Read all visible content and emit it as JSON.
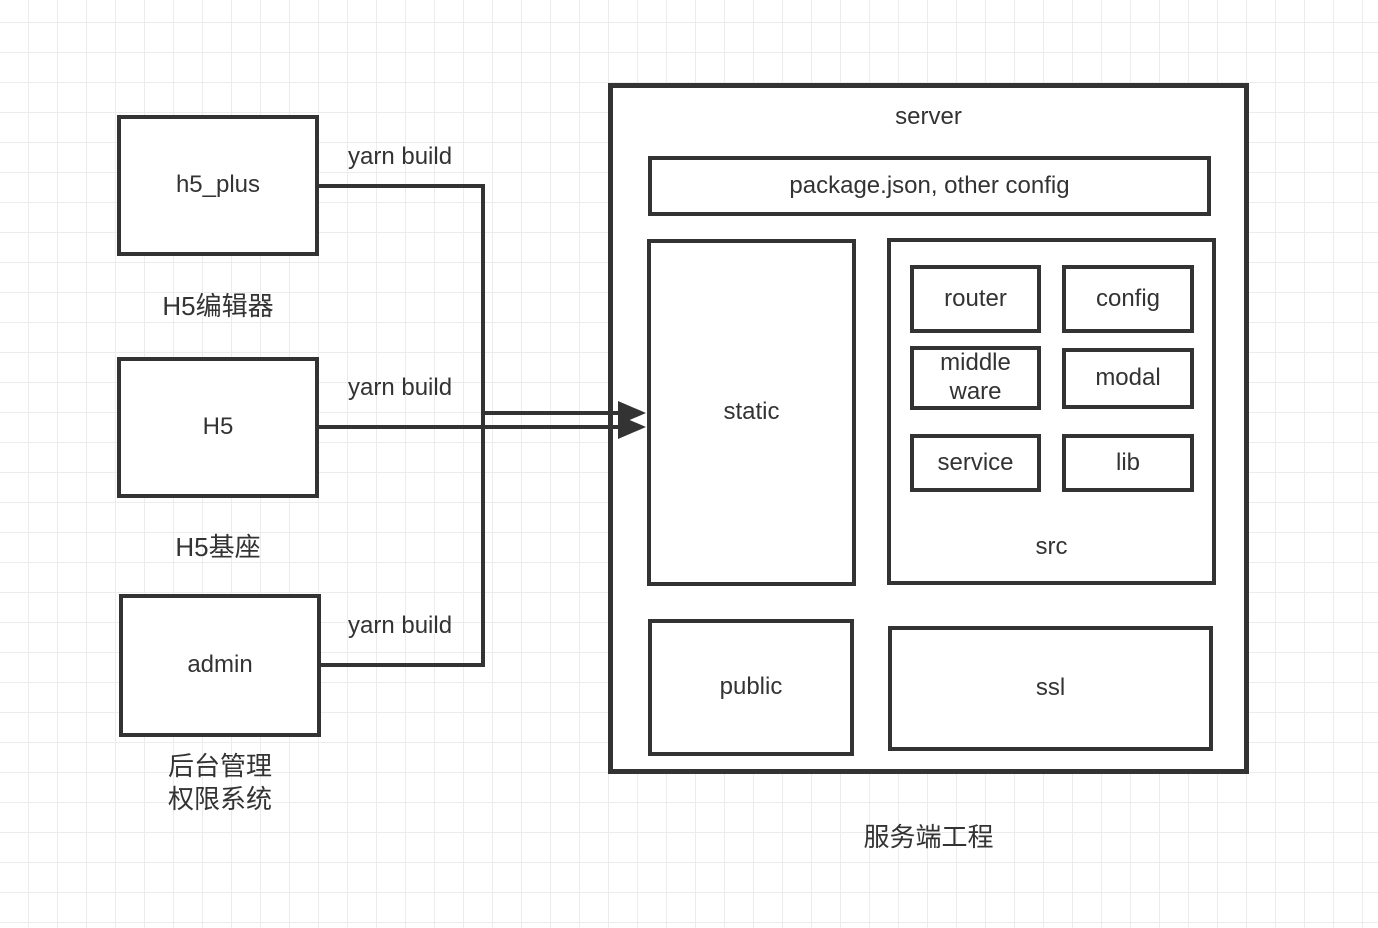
{
  "boxes": {
    "h5_plus": "h5_plus",
    "h5": "H5",
    "admin": "admin",
    "server_title": "server",
    "package_config": "package.json, other config",
    "static": "static",
    "router": "router",
    "config": "config",
    "middleware": "middle ware",
    "modal": "modal",
    "service": "service",
    "lib": "lib",
    "src_label": "src",
    "public": "public",
    "ssl": "ssl"
  },
  "captions": {
    "h5_plus_box": "H5编辑器",
    "h5_box": "H5基座",
    "admin_box_line1": "后台管理",
    "admin_box_line2": "权限系统",
    "server_box": "服务端工程"
  },
  "edge_labels": {
    "h5_plus_build": "yarn build",
    "h5_build": "yarn build",
    "admin_build": "yarn build"
  },
  "colors": {
    "stroke": "#333333",
    "text": "#333333",
    "grid": "#ececec",
    "box_fill": "#ffffff"
  }
}
